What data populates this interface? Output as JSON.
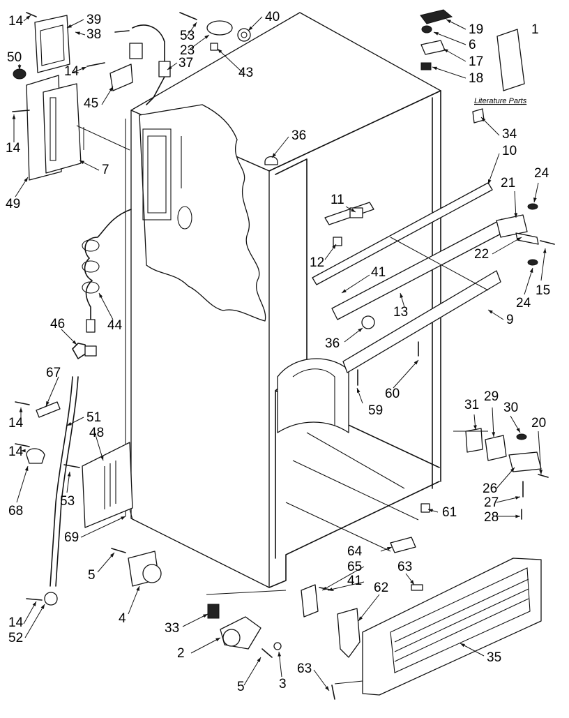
{
  "literature_label": "Literature Parts",
  "labels": [
    {
      "id": "p39",
      "text": "39"
    },
    {
      "id": "p14a",
      "text": "14"
    },
    {
      "id": "p50",
      "text": "50"
    },
    {
      "id": "p38",
      "text": "38"
    },
    {
      "id": "p37",
      "text": "37"
    },
    {
      "id": "p53a",
      "text": "53"
    },
    {
      "id": "p40",
      "text": "40"
    },
    {
      "id": "p23",
      "text": "23"
    },
    {
      "id": "p43",
      "text": "43"
    },
    {
      "id": "p19",
      "text": "19"
    },
    {
      "id": "p6",
      "text": "6"
    },
    {
      "id": "p17",
      "text": "17"
    },
    {
      "id": "p18",
      "text": "18"
    },
    {
      "id": "p1",
      "text": "1"
    },
    {
      "id": "p14b",
      "text": "14"
    },
    {
      "id": "p45",
      "text": "45"
    },
    {
      "id": "p14c",
      "text": "14"
    },
    {
      "id": "p49",
      "text": "49"
    },
    {
      "id": "p7",
      "text": "7"
    },
    {
      "id": "p36a",
      "text": "36"
    },
    {
      "id": "p34",
      "text": "34"
    },
    {
      "id": "p10",
      "text": "10"
    },
    {
      "id": "p24a",
      "text": "24"
    },
    {
      "id": "p21",
      "text": "21"
    },
    {
      "id": "p11",
      "text": "11"
    },
    {
      "id": "p22",
      "text": "22"
    },
    {
      "id": "p12",
      "text": "12"
    },
    {
      "id": "p15",
      "text": "15"
    },
    {
      "id": "p41a",
      "text": "41"
    },
    {
      "id": "p24b",
      "text": "24"
    },
    {
      "id": "p13",
      "text": "13"
    },
    {
      "id": "p9",
      "text": "9"
    },
    {
      "id": "p44",
      "text": "44"
    },
    {
      "id": "p46",
      "text": "46"
    },
    {
      "id": "p36b",
      "text": "36"
    },
    {
      "id": "p60",
      "text": "60"
    },
    {
      "id": "p59",
      "text": "59"
    },
    {
      "id": "p67",
      "text": "67"
    },
    {
      "id": "p14d",
      "text": "14"
    },
    {
      "id": "p51",
      "text": "51"
    },
    {
      "id": "p48",
      "text": "48"
    },
    {
      "id": "p14e",
      "text": "14"
    },
    {
      "id": "p31",
      "text": "31"
    },
    {
      "id": "p29",
      "text": "29"
    },
    {
      "id": "p30",
      "text": "30"
    },
    {
      "id": "p20",
      "text": "20"
    },
    {
      "id": "p68",
      "text": "68"
    },
    {
      "id": "p53b",
      "text": "53"
    },
    {
      "id": "p26",
      "text": "26"
    },
    {
      "id": "p27",
      "text": "27"
    },
    {
      "id": "p28",
      "text": "28"
    },
    {
      "id": "p61",
      "text": "61"
    },
    {
      "id": "p69",
      "text": "69"
    },
    {
      "id": "p64",
      "text": "64"
    },
    {
      "id": "p65",
      "text": "65"
    },
    {
      "id": "p41b",
      "text": "41"
    },
    {
      "id": "p63a",
      "text": "63"
    },
    {
      "id": "p5a",
      "text": "5"
    },
    {
      "id": "p62",
      "text": "62"
    },
    {
      "id": "p4",
      "text": "4"
    },
    {
      "id": "p33",
      "text": "33"
    },
    {
      "id": "p2",
      "text": "2"
    },
    {
      "id": "p35",
      "text": "35"
    },
    {
      "id": "p14f",
      "text": "14"
    },
    {
      "id": "p52",
      "text": "52"
    },
    {
      "id": "p5b",
      "text": "5"
    },
    {
      "id": "p3",
      "text": "3"
    },
    {
      "id": "p63b",
      "text": "63"
    }
  ]
}
